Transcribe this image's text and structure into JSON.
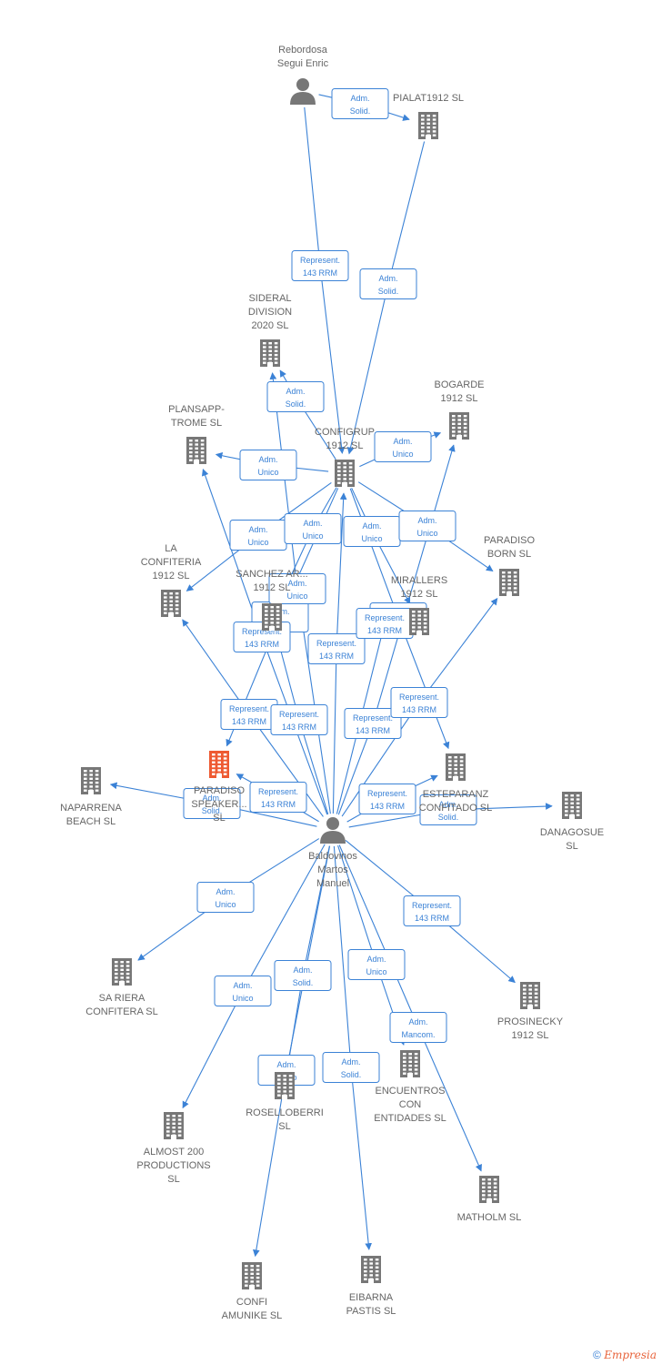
{
  "colors": {
    "edge": "#3b82d6",
    "company": "#777777",
    "focus_company": "#ee5a32",
    "person": "#777777",
    "label": "#666666"
  },
  "nodes": [
    {
      "id": "rebordosa",
      "kind": "person",
      "label": [
        "Rebordosa",
        "Segui Enric"
      ]
    },
    {
      "id": "pialat",
      "kind": "company",
      "label": [
        "PIALAT1912  SL"
      ]
    },
    {
      "id": "sideral",
      "kind": "company",
      "label": [
        "SIDERAL",
        "DIVISION",
        "2020  SL"
      ]
    },
    {
      "id": "bogarde",
      "kind": "company",
      "label": [
        "BOGARDE",
        "1912  SL"
      ]
    },
    {
      "id": "plansapp",
      "kind": "company",
      "label": [
        "PLANSAPP-",
        "TROME SL"
      ]
    },
    {
      "id": "configrup",
      "kind": "company",
      "label": [
        "CONFIGRUP",
        "1912  SL"
      ]
    },
    {
      "id": "paradiso_born",
      "kind": "company",
      "label": [
        "PARADISO",
        "BORN  SL"
      ]
    },
    {
      "id": "la_confiteria",
      "kind": "company",
      "label": [
        "LA",
        "CONFITERIA",
        "1912  SL"
      ]
    },
    {
      "id": "sanchez",
      "kind": "company",
      "label": [
        "SANCHEZ AR...",
        "1912  SL"
      ]
    },
    {
      "id": "mirallers",
      "kind": "company",
      "label": [
        "MIRALLERS",
        "1912  SL"
      ]
    },
    {
      "id": "paradiso_speaker",
      "kind": "company",
      "focus": true,
      "label": [
        "PARADISO",
        "SPEAKER...",
        "SL"
      ]
    },
    {
      "id": "naparrena",
      "kind": "company",
      "label": [
        "NAPARRENA",
        "BEACH  SL"
      ]
    },
    {
      "id": "esteparanz",
      "kind": "company",
      "label": [
        "ESTEPARANZ",
        "CONFITADO  SL"
      ]
    },
    {
      "id": "danagosue",
      "kind": "company",
      "label": [
        "DANAGOSUE",
        "SL"
      ]
    },
    {
      "id": "baldovinos",
      "kind": "person",
      "label": [
        "Baldovinos",
        "Martos",
        "Manuel"
      ]
    },
    {
      "id": "sa_riera",
      "kind": "company",
      "label": [
        "SA RIERA",
        "CONFITERA  SL"
      ]
    },
    {
      "id": "prosinecky",
      "kind": "company",
      "label": [
        "PROSINECKY",
        "1912  SL"
      ]
    },
    {
      "id": "roselloberri",
      "kind": "company",
      "label": [
        "ROSELLOBERRI",
        "SL"
      ]
    },
    {
      "id": "encuentros",
      "kind": "company",
      "label": [
        "ENCUENTROS",
        "CON",
        "ENTIDADES  SL"
      ]
    },
    {
      "id": "almost200",
      "kind": "company",
      "label": [
        "ALMOST 200",
        "PRODUCTIONS",
        "SL"
      ]
    },
    {
      "id": "matholm",
      "kind": "company",
      "label": [
        "MATHOLM  SL"
      ]
    },
    {
      "id": "confi_amunike",
      "kind": "company",
      "label": [
        "CONFI",
        "AMUNIKE  SL"
      ]
    },
    {
      "id": "eibarna",
      "kind": "company",
      "label": [
        "EIBARNA",
        "PASTIS SL"
      ]
    }
  ],
  "edges": [
    {
      "from": "rebordosa",
      "to": "pialat",
      "label": [
        "Adm.",
        "Solid."
      ]
    },
    {
      "from": "rebordosa",
      "to": "configrup",
      "label": [
        "Represent.",
        "143 RRM"
      ]
    },
    {
      "from": "pialat",
      "to": "configrup",
      "label": [
        "Adm.",
        "Solid."
      ]
    },
    {
      "from": "configrup",
      "to": "sideral",
      "label": [
        "Adm.",
        "Solid."
      ]
    },
    {
      "from": "configrup",
      "to": "bogarde",
      "label": [
        "Adm.",
        "Unico"
      ]
    },
    {
      "from": "configrup",
      "to": "plansapp",
      "label": [
        "Adm.",
        "Unico"
      ]
    },
    {
      "from": "configrup",
      "to": "la_confiteria",
      "label": [
        "Adm.",
        "Unico"
      ]
    },
    {
      "from": "configrup",
      "to": "sanchez",
      "label": [
        "Adm.",
        "Unico"
      ]
    },
    {
      "from": "configrup",
      "to": "mirallers",
      "label": [
        "Adm.",
        "Unico"
      ]
    },
    {
      "from": "configrup",
      "to": "paradiso_born",
      "label": [
        "Adm.",
        "Unico"
      ]
    },
    {
      "from": "configrup",
      "to": "paradiso_speaker",
      "label": [
        "Adm.",
        "Unico"
      ]
    },
    {
      "from": "configrup",
      "to": "esteparanz",
      "label": [
        "Adm.",
        "Unico"
      ]
    },
    {
      "from": "baldovinos",
      "to": "sideral",
      "label": [
        "Adm.",
        "Unico"
      ]
    },
    {
      "from": "baldovinos",
      "to": "configrup",
      "label": [
        "Represent.",
        "143 RRM"
      ]
    },
    {
      "from": "baldovinos",
      "to": "plansapp",
      "label": [
        "Represent.",
        "143 RRM"
      ]
    },
    {
      "from": "baldovinos",
      "to": "la_confiteria",
      "label": [
        "Represent.",
        "143 RRM"
      ]
    },
    {
      "from": "baldovinos",
      "to": "sanchez",
      "label": [
        "Represent.",
        "143 RRM"
      ]
    },
    {
      "from": "baldovinos",
      "to": "mirallers",
      "label": [
        "Represent.",
        "143 RRM"
      ]
    },
    {
      "from": "baldovinos",
      "to": "bogarde",
      "label": [
        "Represent.",
        "143 RRM"
      ]
    },
    {
      "from": "baldovinos",
      "to": "paradiso_born",
      "label": [
        "Represent.",
        "143 RRM"
      ]
    },
    {
      "from": "baldovinos",
      "to": "paradiso_speaker",
      "label": [
        "Represent.",
        "143 RRM"
      ]
    },
    {
      "from": "baldovinos",
      "to": "esteparanz",
      "label": [
        "Represent.",
        "143 RRM"
      ]
    },
    {
      "from": "baldovinos",
      "to": "naparrena",
      "label": [
        "Adm.",
        "Solid."
      ]
    },
    {
      "from": "baldovinos",
      "to": "danagosue",
      "label": [
        "Adm.",
        "Solid."
      ]
    },
    {
      "from": "baldovinos",
      "to": "sa_riera",
      "label": [
        "Adm.",
        "Unico"
      ]
    },
    {
      "from": "baldovinos",
      "to": "prosinecky",
      "label": [
        "Represent.",
        "143 RRM"
      ]
    },
    {
      "from": "baldovinos",
      "to": "almost200",
      "label": [
        "Adm.",
        "Unico"
      ]
    },
    {
      "from": "baldovinos",
      "to": "roselloberri",
      "label": [
        "Adm.",
        "Solid."
      ]
    },
    {
      "from": "baldovinos",
      "to": "confi_amunike",
      "label": [
        "Adm.",
        "Unico"
      ]
    },
    {
      "from": "baldovinos",
      "to": "eibarna",
      "label": [
        "Adm.",
        "Solid."
      ]
    },
    {
      "from": "baldovinos",
      "to": "encuentros",
      "label": [
        "Adm.",
        "Unico"
      ]
    },
    {
      "from": "baldovinos",
      "to": "matholm",
      "label": [
        "Adm.",
        "Mancom."
      ]
    }
  ],
  "footer": {
    "copyright": "©",
    "brand": "Empresia"
  }
}
